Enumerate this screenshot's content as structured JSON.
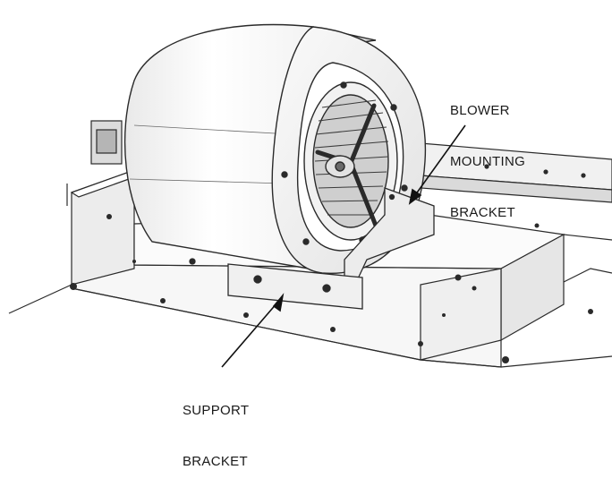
{
  "callouts": {
    "blower_mounting_bracket": {
      "lines": [
        "BLOWER",
        "MOUNTING",
        "BRACKET"
      ]
    },
    "support_bracket": {
      "lines": [
        "SUPPORT",
        "BRACKET"
      ]
    }
  },
  "colors": {
    "line": "#2a2a2a",
    "shade_light": "#f4f4f4",
    "shade_mid": "#d9d9d9",
    "shade_dark": "#9a9a9a",
    "paper": "#ffffff"
  }
}
